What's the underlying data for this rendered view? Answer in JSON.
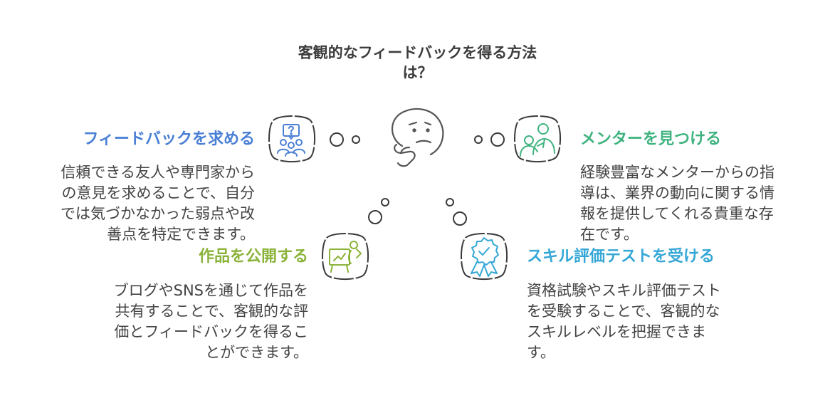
{
  "title": "客観的なフィードバックを得る方法は？",
  "title_lines": [
    "客観的なフィードバックを得る方法",
    "は？"
  ],
  "colors": {
    "feedback": "#4a7fd6",
    "mentor": "#3fb37f",
    "publish": "#8bb33a",
    "skill": "#35a7d6",
    "outline": "#555555"
  },
  "items": {
    "feedback": {
      "heading": "フィードバックを求める",
      "lines": [
        "信頼できる友人や専門家から",
        "の意見を求めることで、自分",
        "では気づかなかった弱点や改",
        "善点を特定できます。"
      ],
      "icon": "people-question-icon"
    },
    "mentor": {
      "heading": "メンターを見つける",
      "lines": [
        "経験豊富なメンターからの指",
        "導は、業界の動向に関する情",
        "報を提供してくれる貴重な存",
        "在です。"
      ],
      "icon": "mentor-icon"
    },
    "publish": {
      "heading": "作品を公開する",
      "lines": [
        "ブログやSNSを通じて作品を",
        "共有することで、客観的な評",
        "価とフィードバックを得るこ",
        "とができます。"
      ],
      "icon": "presentation-icon"
    },
    "skill": {
      "heading": "スキル評価テストを受ける",
      "lines": [
        "資格試験やスキル評価テスト",
        "を受験することで、客観的な",
        "スキルレベルを把握できま",
        "す。"
      ],
      "icon": "badge-check-icon"
    }
  },
  "center_icon": "thinking-face-icon"
}
